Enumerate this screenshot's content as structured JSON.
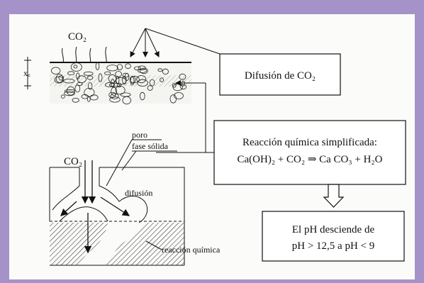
{
  "diffusion_box": {
    "text": "Difusión de CO₂"
  },
  "reaction_box": {
    "title": "Reacción química simplificada:",
    "equation": "Ca(OH)₂ + CO₂ ⇒ Ca CO₃ + H₂O"
  },
  "ph_box": {
    "line1": "El pH desciende de",
    "line2": "pH > 12,5 a pH < 9"
  },
  "top_figure": {
    "co2_label": "CO₂",
    "depth_label": "x꜀"
  },
  "pore_figure": {
    "co2_label": "CO₂",
    "poro_label": "poro",
    "fase_label": "fase sólida",
    "difusion_label": "difusión",
    "reaccion_label": "reacción química"
  },
  "colors": {
    "frame": "#a592c9",
    "panel": "#fbfbf9",
    "ink": "#111111"
  }
}
